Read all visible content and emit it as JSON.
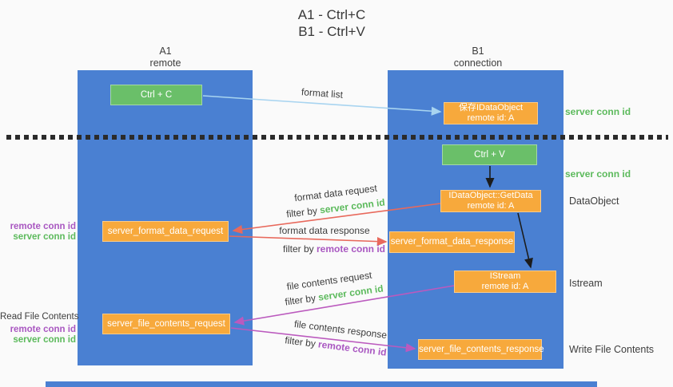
{
  "title": {
    "line1": "A1 - Ctrl+C",
    "line2": "B1 - Ctrl+V"
  },
  "lanes": {
    "a": {
      "name": "A1",
      "role": "remote"
    },
    "b": {
      "name": "B1",
      "role": "connection"
    }
  },
  "nodes": {
    "ctrl_c": {
      "label": "Ctrl + C"
    },
    "save_dataobject": {
      "line1": "保存IDataObject",
      "line2": "remote id: A"
    },
    "ctrl_v": {
      "label": "Ctrl + V"
    },
    "getdata": {
      "line1": "IDataObject::GetData",
      "line2": "remote id: A"
    },
    "format_request": {
      "label": "server_format_data_request"
    },
    "format_response": {
      "label": "server_format_data_response"
    },
    "istream": {
      "line1": "IStream",
      "line2": "remote id: A"
    },
    "file_request": {
      "label": "server_file_contents_request"
    },
    "file_response": {
      "label": "server_file_contents_response"
    }
  },
  "arrow_labels": {
    "format_list": "format list",
    "format_request_line1": "format data request",
    "format_request_filter_prefix": "filter by ",
    "format_request_filter_key": "server conn id",
    "format_response_line1": "format data response",
    "format_response_filter_prefix": "filter by ",
    "format_response_filter_key": "remote conn id",
    "file_request_line1": "file contents request",
    "file_request_filter_prefix": "filter by ",
    "file_request_filter_key": "server conn id",
    "file_response_line1": "file contents response",
    "file_response_filter_prefix": "filter by ",
    "file_response_filter_key": "remote conn id"
  },
  "side_labels": {
    "save_server_conn": "server conn id",
    "ctrlv_server_conn": "server conn id",
    "dataobject": "DataObject",
    "istream": "Istream",
    "write_file": "Write File Contents",
    "read_file": "Read File Contents",
    "fmt_remote_conn": "remote conn id",
    "fmt_server_conn": "server conn id",
    "file_remote_conn": "remote conn id",
    "file_server_conn": "server conn id"
  },
  "colors": {
    "lane_blue": "#4a80d2",
    "green_box": "#6abf69",
    "orange_box": "#f7a93c",
    "arrow_red": "#e8695c",
    "arrow_magenta": "#bb5abe",
    "arrow_lightblue": "#a8d4f0",
    "arrow_black": "#1c1c1c",
    "label_purple": "#a957c1",
    "label_green": "#5cba5c",
    "text_dark": "#3d3d3d",
    "background": "#fafafa"
  }
}
